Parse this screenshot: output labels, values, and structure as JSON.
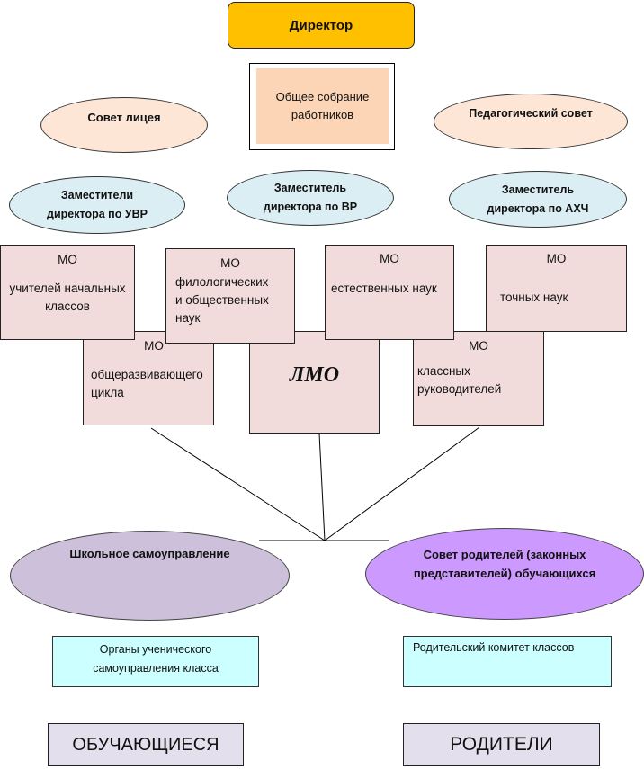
{
  "diagram": {
    "director": "Директор",
    "general_assembly": [
      "Общее собрание",
      "работников"
    ],
    "lyceum_council": "Совет лицея",
    "pedagogical_council": "Педагогический совет",
    "deputies": [
      {
        "line1": "Заместители",
        "line2": "директора по УВР"
      },
      {
        "line1": "Заместитель",
        "line2": "директора по ВР"
      },
      {
        "line1": "Заместитель",
        "line2": "директора по АХЧ"
      }
    ],
    "mo_label": "МО",
    "mo_units": [
      {
        "lines": [
          "учителей начальных",
          "классов"
        ]
      },
      {
        "lines": [
          "филологических",
          "и общественных",
          "наук"
        ]
      },
      {
        "lines": [
          "естественных наук"
        ]
      },
      {
        "lines": [
          "точных наук"
        ]
      },
      {
        "lines": [
          "общеразвивающего",
          "цикла"
        ]
      },
      {
        "lines": [
          "классных",
          "руководителей"
        ]
      }
    ],
    "lmo": "ЛМО",
    "school_self_government": "Школьное самоуправление",
    "parents_council": [
      "Совет родителей (законных",
      "представителей) обучающихся"
    ],
    "student_organs": [
      "Органы ученического",
      "самоуправления класса"
    ],
    "class_parent_committee": "Родительский комитет классов",
    "students": "ОБУЧАЮЩИЕСЯ",
    "parents": "РОДИТЕЛИ"
  },
  "colors": {
    "director": "#ffc000",
    "assembly": "#fbd5b5",
    "council_ellipse": "#fde6d6",
    "deputy_ellipse": "#daeef3",
    "mo_box": "#f2dcdb",
    "self_government": "#ccc0da",
    "parents_council": "#cc99ff",
    "cyan_box": "#ccffff",
    "bottom_box": "#e4dfec"
  }
}
